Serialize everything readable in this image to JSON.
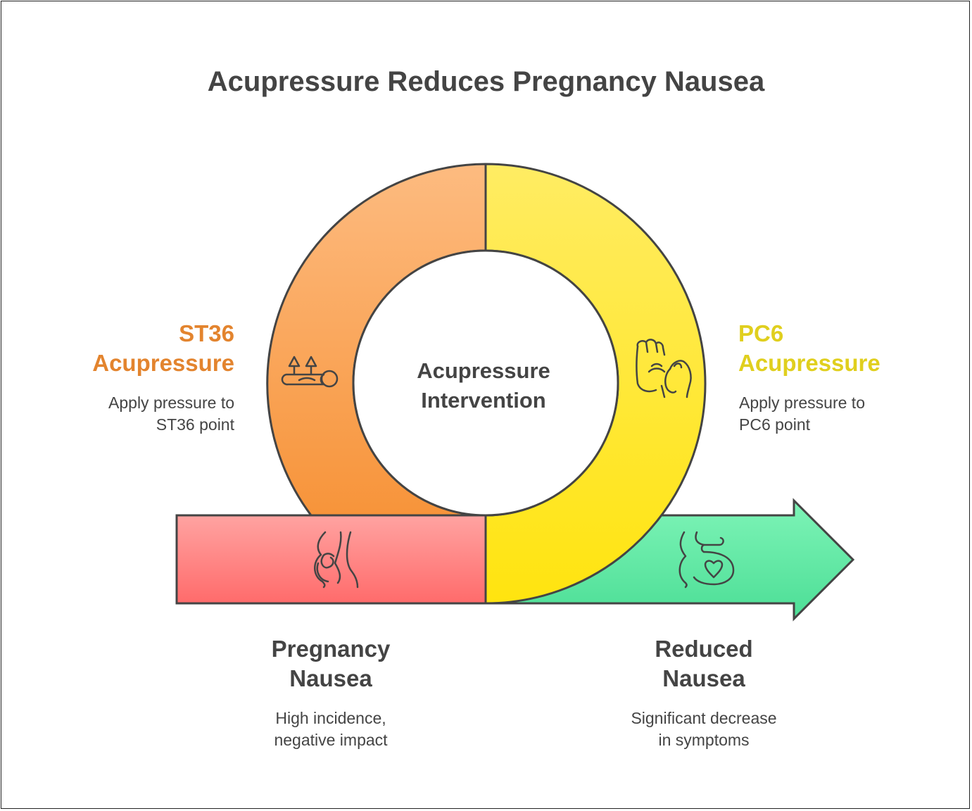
{
  "title": "Acupressure Reduces Pregnancy Nausea",
  "center": {
    "line1": "Acupressure",
    "line2": "Intervention"
  },
  "st36": {
    "title_line1": "ST36",
    "title_line2": "Acupressure",
    "desc_line1": "Apply pressure to",
    "desc_line2": "ST36 point",
    "color": "#E3842E"
  },
  "pc6": {
    "title_line1": "PC6",
    "title_line2": "Acupressure",
    "desc_line1": "Apply pressure to",
    "desc_line2": "PC6 point",
    "color": "#E0CF1E"
  },
  "pregnancy": {
    "title_line1": "Pregnancy",
    "title_line2": "Nausea",
    "desc_line1": "High incidence,",
    "desc_line2": "negative impact"
  },
  "reduced": {
    "title_line1": "Reduced",
    "title_line2": "Nausea",
    "desc_line1": "Significant decrease",
    "desc_line2": "in symptoms"
  },
  "icons": {
    "st36": "acupuncture-needles-icon",
    "pc6": "hand-pressure-icon",
    "pregnancy": "pregnant-body-icon",
    "reduced": "pregnant-heart-icon"
  },
  "colors": {
    "orange_top": "#FDBB80",
    "orange_bottom": "#F7943A",
    "yellow_top": "#FFEC63",
    "yellow_bottom": "#FFE40F",
    "red_top": "#FFA3A1",
    "red_bottom": "#FF6B6B",
    "green_top": "#7EF4B7",
    "green_bottom": "#4CDE96",
    "stroke": "#444444"
  }
}
